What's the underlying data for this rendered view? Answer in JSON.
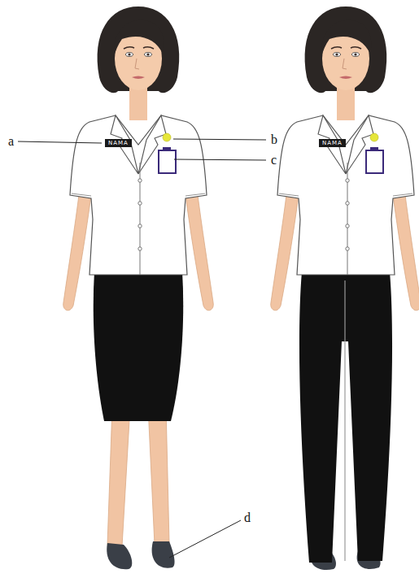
{
  "diagram": {
    "nodes": [
      {
        "text": [
          "NAMA"
        ]
      },
      {
        "text": [
          "NAMA"
        ]
      }
    ],
    "labels": [
      "a",
      "b",
      "c",
      "d"
    ]
  }
}
